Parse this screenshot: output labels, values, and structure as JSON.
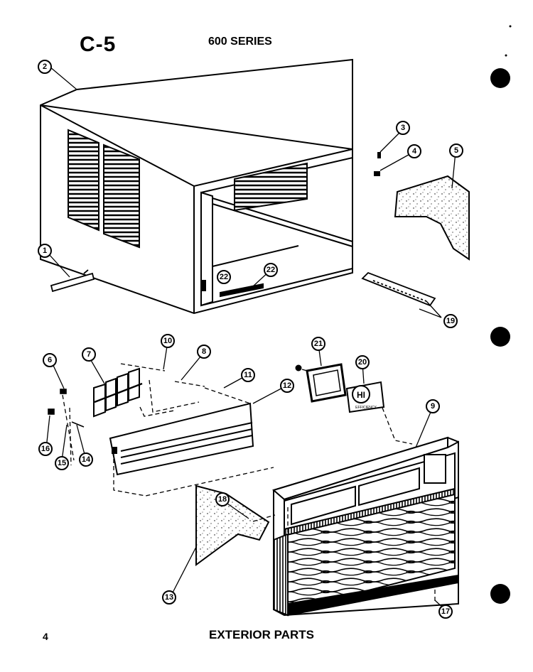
{
  "page": {
    "code": "C-5",
    "series": "600 SERIES",
    "page_number": "4",
    "caption": "EXTERIOR PARTS"
  },
  "callouts": [
    "1",
    "2",
    "3",
    "4",
    "5",
    "6",
    "7",
    "8",
    "9",
    "10",
    "11",
    "12",
    "13",
    "14",
    "15",
    "16",
    "17",
    "18",
    "19",
    "20",
    "21",
    "22",
    "22"
  ],
  "decal_text": "HI",
  "decal_subtext": "EFFICIENCY"
}
